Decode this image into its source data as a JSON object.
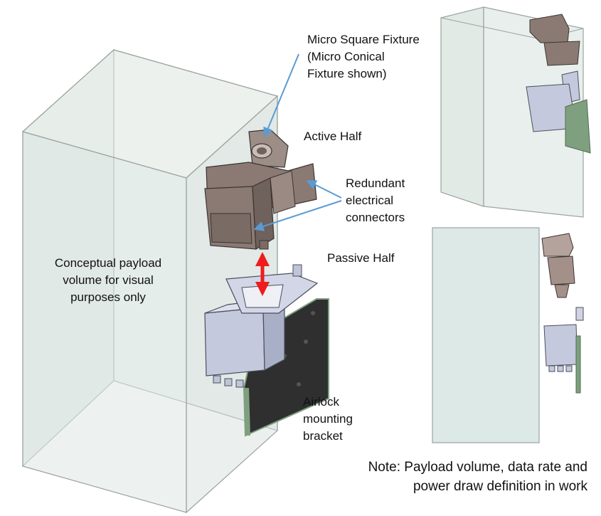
{
  "labels": {
    "micro_fixture": [
      "Micro Square Fixture",
      "(Micro Conical",
      "Fixture shown)"
    ],
    "active_half": "Active Half",
    "redundant_connectors": [
      "Redundant",
      "electrical",
      "connectors"
    ],
    "passive_half": "Passive Half",
    "payload_volume": [
      "Conceptual payload",
      "volume for visual",
      "purposes only"
    ],
    "airlock_bracket": [
      "Airlock",
      "mounting",
      "bracket"
    ],
    "note": [
      "Note: Payload volume, data rate and",
      "power draw definition in work"
    ]
  },
  "colors": {
    "volume_fill": "#dce6e1",
    "volume_edge": "#9aa39f",
    "active_half": "#8a7a73",
    "passive_half": "#c4c9dd",
    "bracket": "#3a3a3a",
    "bracket_edge": "#7fa07f",
    "leader_line": "#5b9bd5",
    "mating_arrow": "#ee1c1c"
  }
}
